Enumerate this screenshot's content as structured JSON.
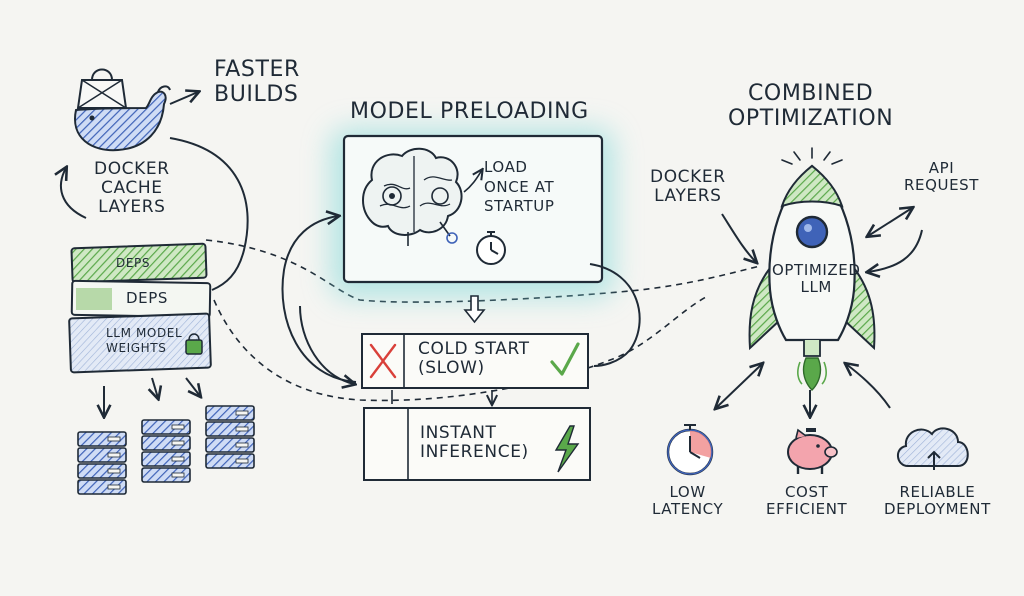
{
  "left": {
    "faster_builds": [
      "Faster",
      "Builds"
    ],
    "cache_layers": [
      "Docker",
      "Cache",
      "Layers"
    ],
    "stack": {
      "top": "Deps",
      "middle": "Deps",
      "bottom": [
        "LLM Model",
        "Weights"
      ]
    }
  },
  "center": {
    "title": "Model Preloading",
    "load_note": [
      "Load",
      "Once at",
      "Startup"
    ],
    "cold_start": [
      "Cold Start",
      "(Slow)"
    ],
    "instant": [
      "Instant",
      "Inference)"
    ]
  },
  "right": {
    "title": [
      "Combined",
      "Optimization"
    ],
    "docker_layers": [
      "Docker",
      "Layers"
    ],
    "api_request": [
      "API",
      "Request"
    ],
    "rocket_label": [
      "Optimized",
      "LLM"
    ],
    "benefits": [
      {
        "label": [
          "Low",
          "Latency"
        ],
        "icon": "stopwatch-icon"
      },
      {
        "label": [
          "Cost",
          "Efficient"
        ],
        "icon": "piggy-bank-icon"
      },
      {
        "label": [
          "Reliable",
          "Deployment"
        ],
        "icon": "cloud-upload-icon"
      }
    ]
  },
  "colors": {
    "ink": "#1f2a36",
    "green": "#5aa84a",
    "blue": "#3f63b8",
    "glow": "#7fd8d8",
    "red": "#d9403a",
    "pink": "#f3a4ad"
  }
}
